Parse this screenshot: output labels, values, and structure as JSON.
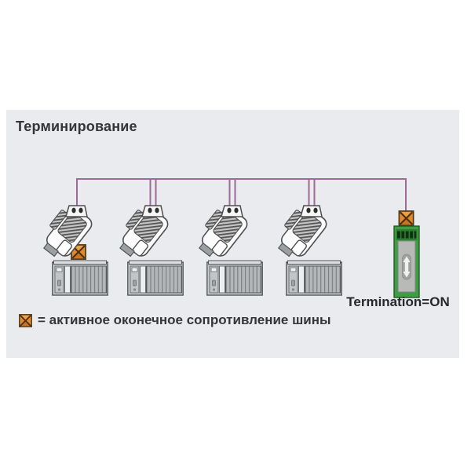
{
  "panel": {
    "title": "Терминирование",
    "background": "#e9ebee"
  },
  "diagram": {
    "bus_color": "#9c6b96",
    "stations": [
      {
        "name": "station-1",
        "connector": "bus-connector-icon",
        "device": "plc-module-icon",
        "active_termination": true
      },
      {
        "name": "station-2",
        "connector": "bus-connector-icon",
        "device": "plc-module-icon",
        "active_termination": false
      },
      {
        "name": "station-3",
        "connector": "bus-connector-icon",
        "device": "plc-module-icon",
        "active_termination": false
      },
      {
        "name": "station-4",
        "connector": "bus-connector-icon",
        "device": "plc-module-icon",
        "active_termination": false
      }
    ],
    "terminator": {
      "label": "Termination=ON",
      "active_termination": true,
      "body_color": "#3f9d43"
    }
  },
  "legend": {
    "icon": "termination-resistor-icon",
    "text": "= активное оконечное сопротивление шины"
  },
  "colors": {
    "termination_marker": "#e1892e",
    "bus_line": "#9c6b96",
    "device_gray": "#c8cbcd",
    "text": "#333538"
  }
}
